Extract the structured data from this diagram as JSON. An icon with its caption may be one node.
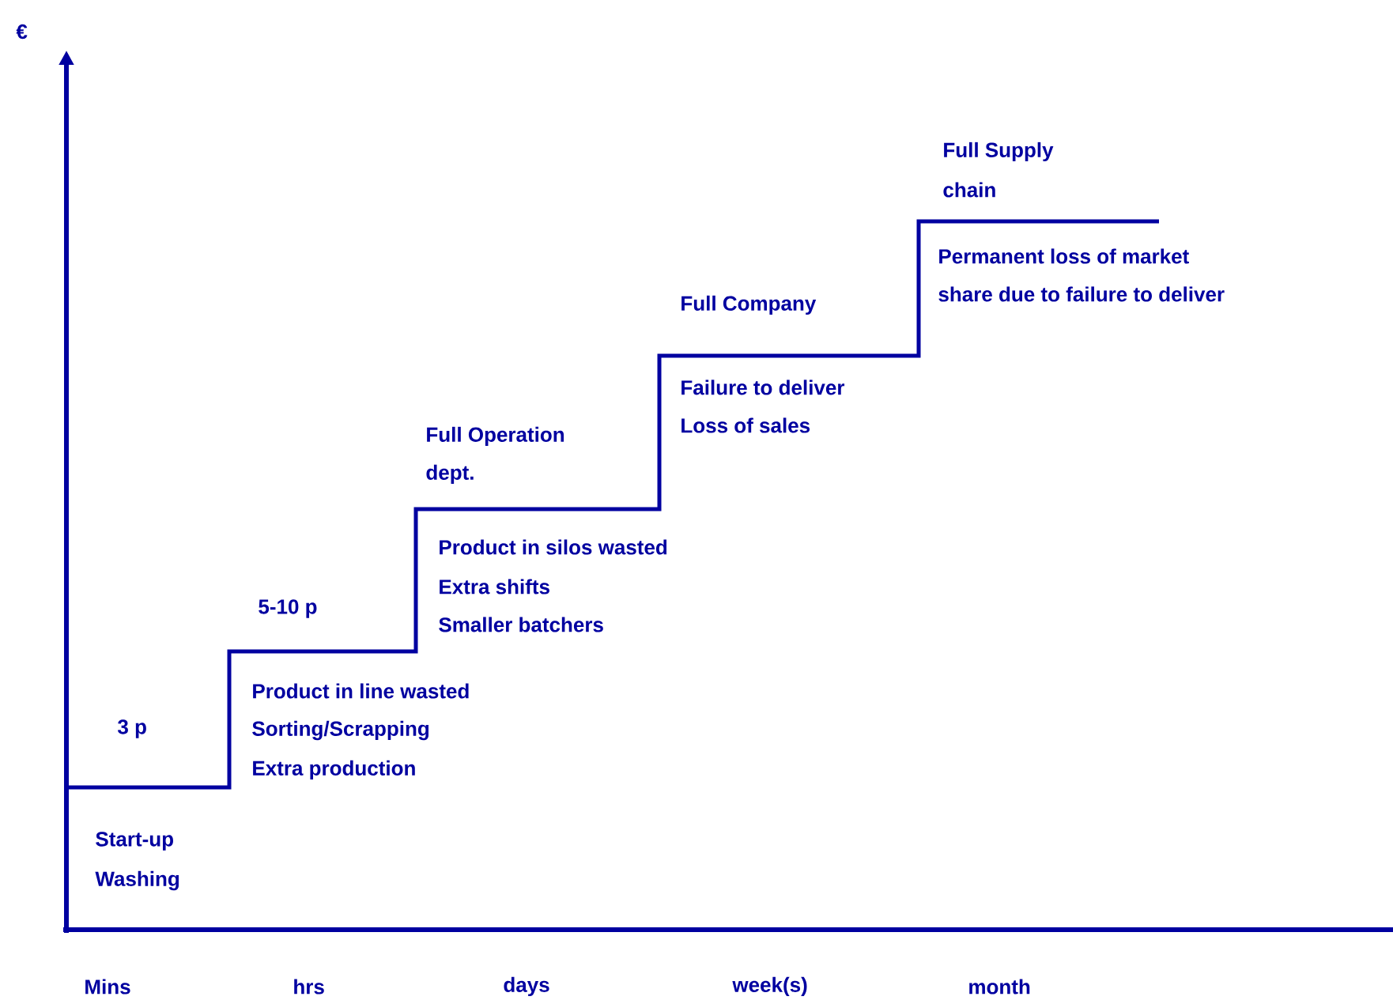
{
  "diagram": {
    "labels": [
      "€",
      "Full Supply",
      "chain",
      "Permanent loss of market",
      "share due to failure to deliver",
      "Full Company",
      "Failure to deliver",
      "Loss of sales",
      "Full Operation",
      "dept.",
      "Product in silos wasted",
      "Extra shifts",
      "Smaller batchers",
      "5-10 p",
      "Product in line wasted",
      "Sorting/Scrapping",
      "Extra production",
      "3 p",
      "Start-up",
      "Washing",
      "Mins",
      "hrs",
      "days",
      "week(s)",
      "month"
    ]
  }
}
